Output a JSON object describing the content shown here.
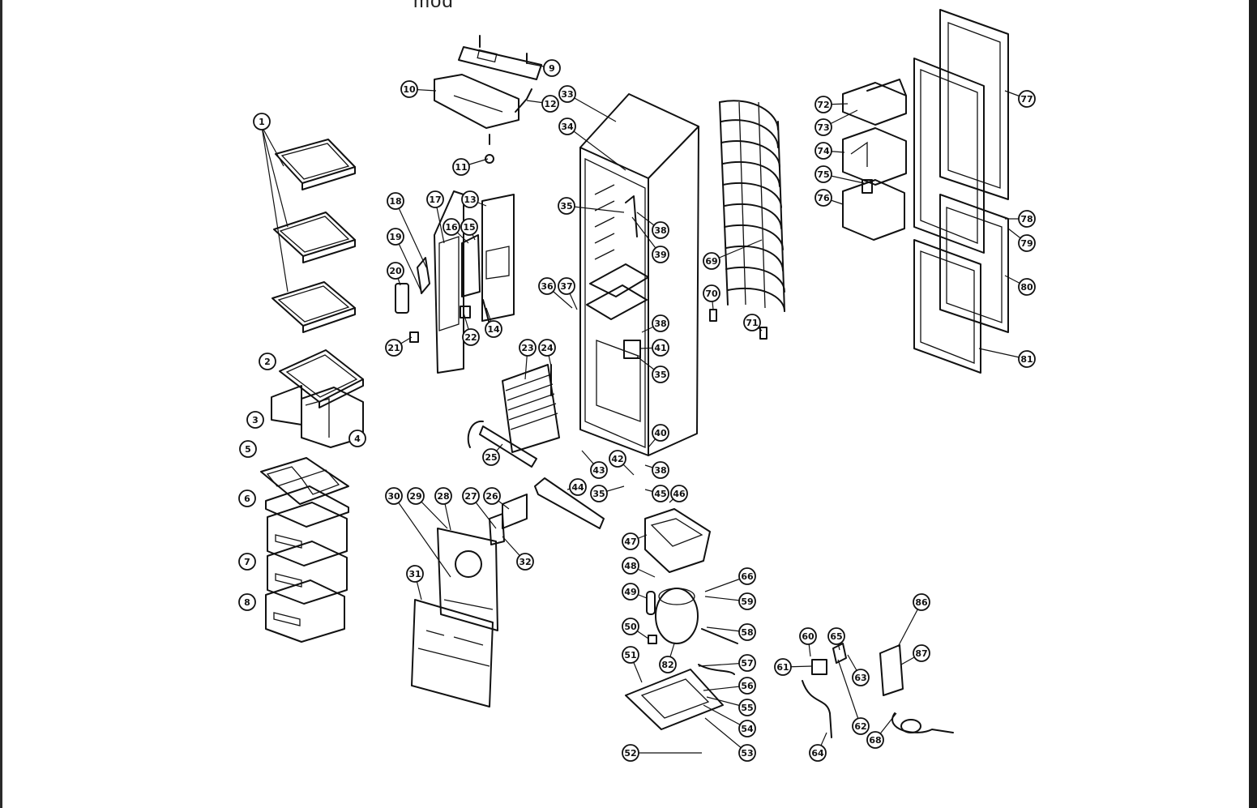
{
  "header": {
    "cut_title": "mod"
  },
  "callouts": [
    {
      "label": "1"
    },
    {
      "label": "2"
    },
    {
      "label": "3"
    },
    {
      "label": "4"
    },
    {
      "label": "5"
    },
    {
      "label": "6"
    },
    {
      "label": "7"
    },
    {
      "label": "8"
    },
    {
      "label": "9"
    },
    {
      "label": "10"
    },
    {
      "label": "11"
    },
    {
      "label": "12"
    },
    {
      "label": "33"
    },
    {
      "label": "34"
    },
    {
      "label": "13"
    },
    {
      "label": "17"
    },
    {
      "label": "18"
    },
    {
      "label": "19"
    },
    {
      "label": "16"
    },
    {
      "label": "15"
    },
    {
      "label": "20"
    },
    {
      "label": "21"
    },
    {
      "label": "22"
    },
    {
      "label": "14"
    },
    {
      "label": "35"
    },
    {
      "label": "38"
    },
    {
      "label": "39"
    },
    {
      "label": "36"
    },
    {
      "label": "37"
    },
    {
      "label": "38"
    },
    {
      "label": "41"
    },
    {
      "label": "35"
    },
    {
      "label": "23"
    },
    {
      "label": "24"
    },
    {
      "label": "40"
    },
    {
      "label": "25"
    },
    {
      "label": "43"
    },
    {
      "label": "42"
    },
    {
      "label": "38"
    },
    {
      "label": "44"
    },
    {
      "label": "35"
    },
    {
      "label": "45"
    },
    {
      "label": "46"
    },
    {
      "label": "30"
    },
    {
      "label": "29"
    },
    {
      "label": "28"
    },
    {
      "label": "27"
    },
    {
      "label": "26"
    },
    {
      "label": "32"
    },
    {
      "label": "31"
    },
    {
      "label": "47"
    },
    {
      "label": "48"
    },
    {
      "label": "49"
    },
    {
      "label": "66"
    },
    {
      "label": "59"
    },
    {
      "label": "50"
    },
    {
      "label": "58"
    },
    {
      "label": "82"
    },
    {
      "label": "51"
    },
    {
      "label": "57"
    },
    {
      "label": "56"
    },
    {
      "label": "55"
    },
    {
      "label": "54"
    },
    {
      "label": "53"
    },
    {
      "label": "52"
    },
    {
      "label": "69"
    },
    {
      "label": "70"
    },
    {
      "label": "71"
    },
    {
      "label": "72"
    },
    {
      "label": "73"
    },
    {
      "label": "74"
    },
    {
      "label": "75"
    },
    {
      "label": "76"
    },
    {
      "label": "77"
    },
    {
      "label": "78"
    },
    {
      "label": "79"
    },
    {
      "label": "80"
    },
    {
      "label": "81"
    },
    {
      "label": "60"
    },
    {
      "label": "65"
    },
    {
      "label": "61"
    },
    {
      "label": "63"
    },
    {
      "label": "62"
    },
    {
      "label": "64"
    },
    {
      "label": "86"
    },
    {
      "label": "87"
    },
    {
      "label": "68"
    }
  ]
}
